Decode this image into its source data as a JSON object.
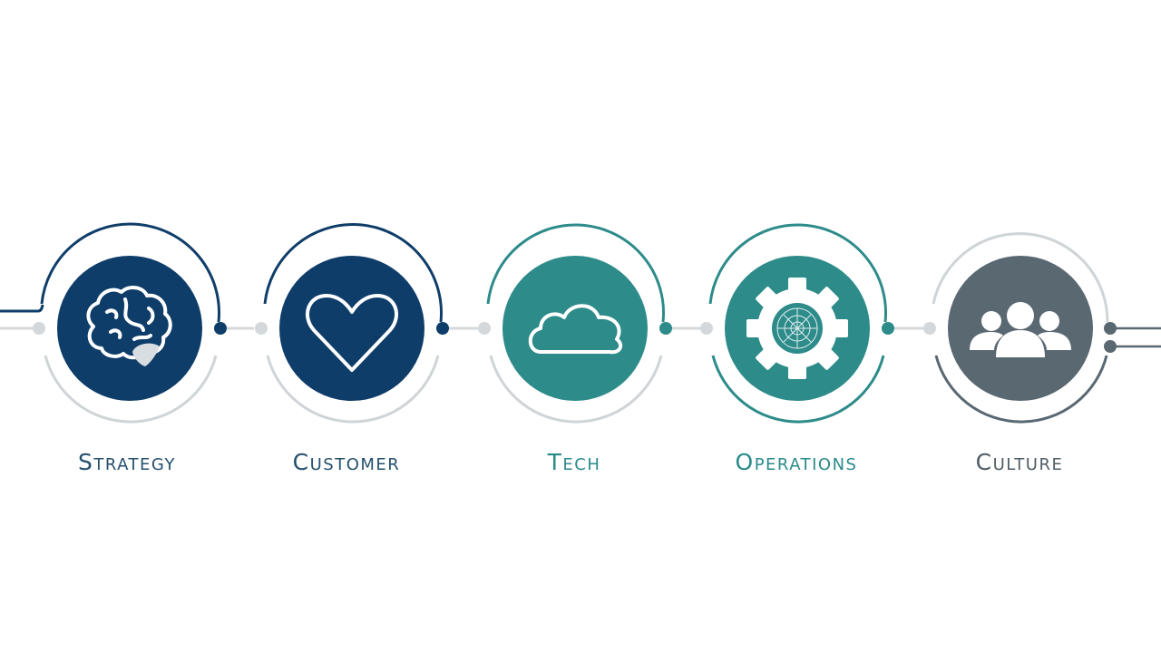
{
  "colors": {
    "navy": "#0f3d69",
    "teal": "#2d8b8a",
    "slate": "#5a6872",
    "connector_light": "#d4d8db",
    "ring_light": "#cfd4d7"
  },
  "steps": [
    {
      "label": "Strategy",
      "icon": "brain-icon",
      "color": "#0f3d69"
    },
    {
      "label": "Customer",
      "icon": "heart-icon",
      "color": "#0f3d69"
    },
    {
      "label": "Tech",
      "icon": "cloud-icon",
      "color": "#2d8b8a"
    },
    {
      "label": "Operations",
      "icon": "gear-icon",
      "color": "#2d8b8a"
    },
    {
      "label": "Culture",
      "icon": "people-icon",
      "color": "#5a6872"
    }
  ]
}
